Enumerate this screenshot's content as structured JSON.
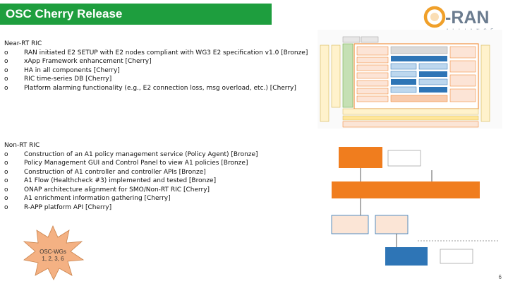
{
  "slide": {
    "title": "OSC Cherry Release",
    "page_number": "6"
  },
  "logo": {
    "word": "O-RAN",
    "tagline": "A L L I A N C E",
    "colors": {
      "o": "#f0a02a",
      "ran": "#6b7c8f",
      "tagline": "#7a8a9a"
    }
  },
  "near_rt": {
    "heading": "Near-RT RIC",
    "bullet": "o",
    "items": [
      "RAN initiated E2 SETUP with E2 nodes compliant with WG3 E2 specification v1.0 [Bronze]",
      "xApp Framework enhancement [Cherry]",
      "HA in all components [Cherry]",
      "RIC time-series DB [Cherry]",
      "Platform alarming functionality (e.g., E2 connection loss, msg overload, etc.) [Cherry]"
    ]
  },
  "non_rt": {
    "heading": "Non-RT RIC",
    "bullet": "o",
    "items": [
      "Construction of an A1 policy management service (Policy Agent) [Bronze]",
      "Policy Management GUI and Control Panel to view A1 policies [Bronze]",
      "Construction of A1 controller and controller APIs [Bronze]",
      "A1 Flow (Healthcheck #3) implemented and tested [Bronze]",
      "ONAP architecture alignment for SMO/Non-RT RIC [Cherry]",
      "A1 enrichment information gathering [Cherry]",
      "R-APP platform API [Cherry]"
    ]
  },
  "starburst": {
    "line1": "OSC-WGs",
    "line2": "1, 2, 3, 6",
    "fill": "#f4b183"
  },
  "colors": {
    "title_bar": "#1e9e3e",
    "orange": "#f07d1e",
    "yellow": "#ffe699",
    "green": "#c5e0b4",
    "blue": "#2e75b6",
    "gray": "#d9d9d9"
  }
}
